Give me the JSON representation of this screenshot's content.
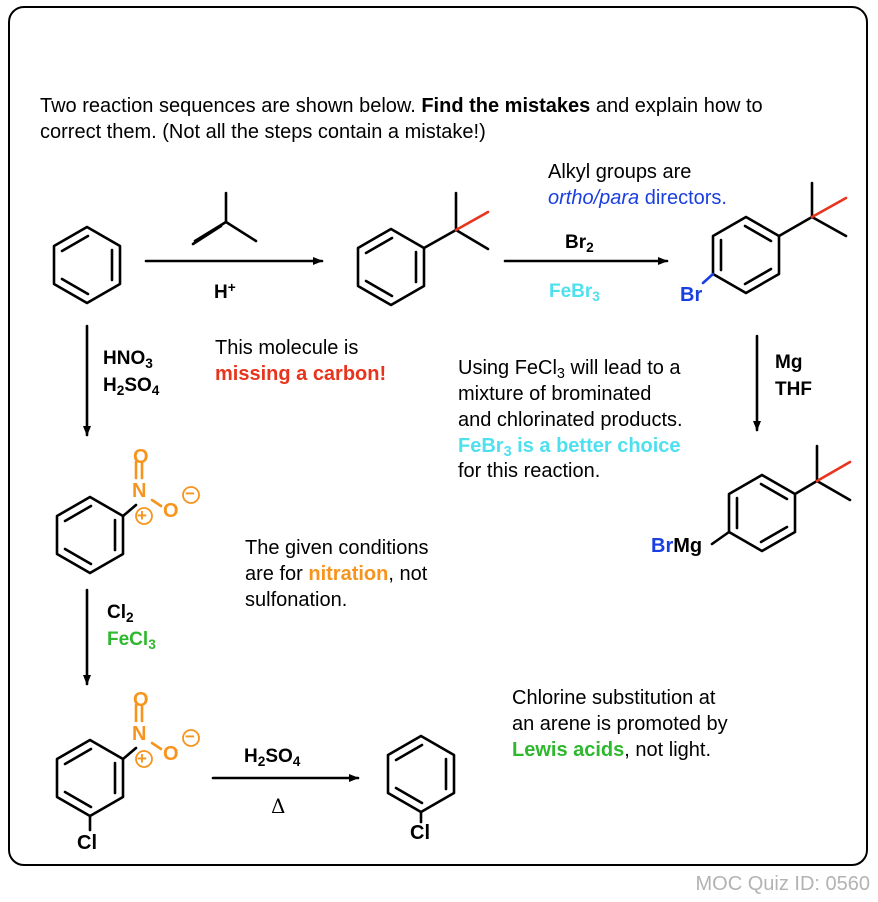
{
  "intro": {
    "pre": "Two reaction sequences are shown below. ",
    "bold": "Find the mistakes",
    "post": " and explain how to",
    "line2": "correct them. (Not all the steps contain a mistake!)"
  },
  "reagents": {
    "r1_acid": "H",
    "r1_acid_sup": "+",
    "r2_br": "Br",
    "r2_br_sub": "2",
    "r2_cat": "FeBr",
    "r2_cat_sub": "3",
    "r3_mg": "Mg",
    "r3_thf": "THF",
    "r4_hno3": "HNO",
    "r4_hno3_sub": "3",
    "r4_h2so4_a": "H",
    "r4_h2so4_sub1": "2",
    "r4_h2so4_b": "SO",
    "r4_h2so4_sub2": "4",
    "r5_cl": "Cl",
    "r5_cl_sub": "2",
    "r5_cat": "FeCl",
    "r5_cat_sub": "3",
    "r6_h2so4_a": "H",
    "r6_h2so4_sub1": "2",
    "r6_h2so4_b": "SO",
    "r6_h2so4_sub2": "4",
    "r6_heat": "Δ"
  },
  "atoms": {
    "br": "Br",
    "brmg_br": "Br",
    "brmg_mg": "Mg",
    "nitro1_o": "O",
    "nitro1_n": "N",
    "nitro1_o2": "O",
    "nitro2_o": "O",
    "nitro2_n": "N",
    "nitro2_o2": "O",
    "cl1": "Cl",
    "cl2": "Cl",
    "plus": "+",
    "minus": "−"
  },
  "notes": {
    "alkyl_line1": "Alkyl groups are",
    "alkyl_italic": "ortho/para",
    "alkyl_rest": " directors.",
    "molecule_line1": "This molecule is",
    "molecule_line2": "missing a carbon!",
    "fecl3_l1_a": "Using FeCl",
    "fecl3_l1_sub": "3",
    "fecl3_l1_b": " will lead to a",
    "fecl3_l2": "mixture of brominated",
    "fecl3_l3": "and chlorinated products.",
    "fecl3_l4_a": "FeBr",
    "fecl3_l4_sub": "3",
    "fecl3_l4_b": " is a better choice",
    "fecl3_l5": "for this reaction.",
    "nitration_l1": "The given conditions",
    "nitration_l2_a": "are for ",
    "nitration_l2_b": "nitration",
    "nitration_l2_c": ", not",
    "nitration_l3": "sulfonation.",
    "chlorine_l1": "Chlorine substitution at",
    "chlorine_l2": "an arene is promoted by",
    "chlorine_l3_a": "Lewis acids",
    "chlorine_l3_b": ", not light."
  },
  "footer": {
    "quiz_id": "MOC Quiz ID: 0560"
  },
  "colors": {
    "red": "#e8341c",
    "orange": "#f7941d",
    "green": "#2db82d",
    "cyan": "#4fe0f0",
    "blue": "#1a3fe0",
    "gray": "#b3b3b3"
  }
}
